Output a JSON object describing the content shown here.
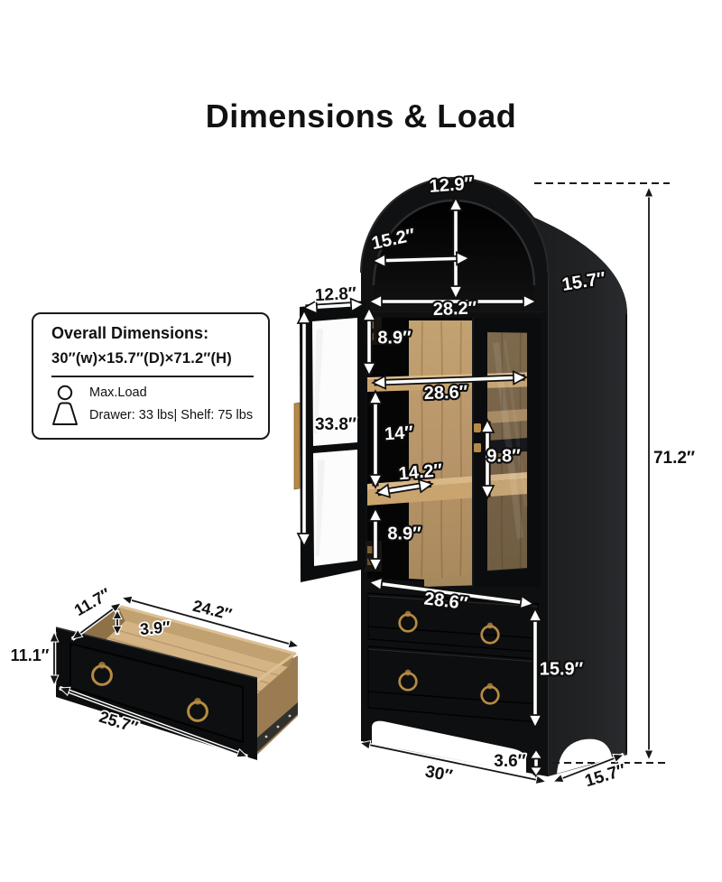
{
  "title": "Dimensions & Load",
  "info_box": {
    "heading": "Overall Dimensions:",
    "dimensions_line": "30″(w)×15.7″(D)×71.2″(H)",
    "max_load_label": "Max.Load",
    "load_details": "Drawer: 33 lbs| Shelf: 75 lbs"
  },
  "cabinet_dims": {
    "arch_height": "12.9″",
    "arch_inner_width": "15.2″",
    "top_inner_width": "28.2″",
    "top_depth": "15.7″",
    "door_width": "12.8″",
    "door_height": "33.8″",
    "upper_section_height": "8.9″",
    "shelf_width": "28.6″",
    "middle_section_height": "14″",
    "right_section_height": "9.8″",
    "half_shelf_width": "14.2″",
    "lower_section_height": "8.9″",
    "drawer_width": "28.6″",
    "drawer_section_height": "15.9″",
    "overall_height": "71.2″",
    "base_clearance": "3.6″",
    "overall_width": "30″",
    "overall_depth": "15.7″"
  },
  "drawer_dims": {
    "side_depth": "11.7″",
    "inner_width": "24.2″",
    "inner_height": "3.9″",
    "front_height": "11.1″",
    "outer_width": "25.7″"
  },
  "colors": {
    "wood": "#c9a46e",
    "wood_light": "#d4b485",
    "brass": "#b68a44",
    "cabinet_black": "#0d0e0f",
    "text": "#111111"
  }
}
